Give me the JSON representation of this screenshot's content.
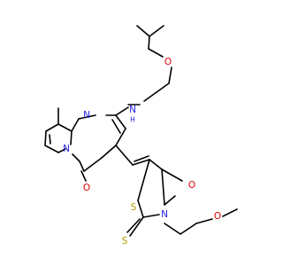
{
  "colors": {
    "bond": "#000000",
    "N": "#1f1fe0",
    "O": "#e00000",
    "S": "#b3a100",
    "background": "#ffffff"
  },
  "labels": {
    "O_ether_top": "O",
    "N_amine": "N",
    "H_amine": "H",
    "N_pyrimidine": "N",
    "N_bridge": "N",
    "O_ketone_left": "O",
    "O_ketone_right": "O",
    "S_ring": "S",
    "N_thiazolidine": "N",
    "S_thioxo": "S",
    "O_methoxy": "O"
  }
}
